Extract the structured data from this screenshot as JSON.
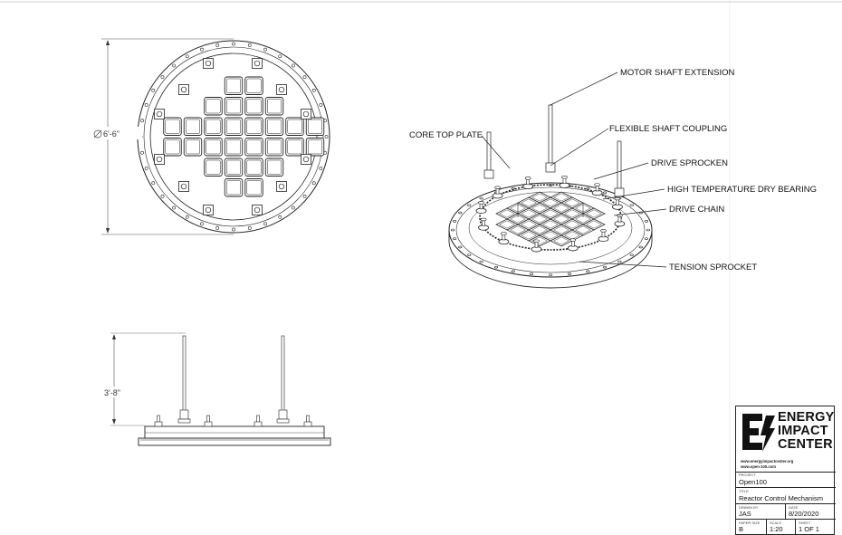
{
  "callouts": [
    {
      "id": "motor-shaft-extension",
      "label": "MOTOR SHAFT EXTENSION"
    },
    {
      "id": "flexible-shaft-coupling",
      "label": "FLEXIBLE SHAFT COUPLING"
    },
    {
      "id": "core-top-plate",
      "label": "CORE TOP PLATE"
    },
    {
      "id": "drive-sprocken",
      "label": "DRIVE SPROCKEN"
    },
    {
      "id": "high-temperature-dry-bearing",
      "label": "HIGH TEMPERATURE DRY BEARING"
    },
    {
      "id": "drive-chain",
      "label": "DRIVE CHAIN"
    },
    {
      "id": "tension-sprocket",
      "label": "TENSION SPROCKET"
    }
  ],
  "dimensions": {
    "diameter": "6'-6\"",
    "height": "3'-8\""
  },
  "title_block": {
    "brand_lines": [
      "ENERGY",
      "IMPACT",
      "CENTER"
    ],
    "urls": [
      "www.energyimpactcenter.org",
      "www.open-100.com"
    ],
    "project_label": "PROJECT",
    "project": "Open100",
    "title_label": "TITLE",
    "title": "Reactor Control Mechanism",
    "drawn_by_label": "DRAWN BY",
    "drawn_by": "JAS",
    "date_label": "DATE",
    "date": "8/20/2020",
    "paper_size_label": "PAPER SIZE",
    "paper_size": "B",
    "scale_label": "SCALE",
    "scale": "1:20",
    "sheet_label": "SHEET",
    "sheet": "1 OF 1"
  },
  "colors": {
    "line": "#222222",
    "brand": "#111111"
  },
  "icons": [
    "energy-impact-center-logo-icon",
    "diameter-symbol-icon"
  ]
}
